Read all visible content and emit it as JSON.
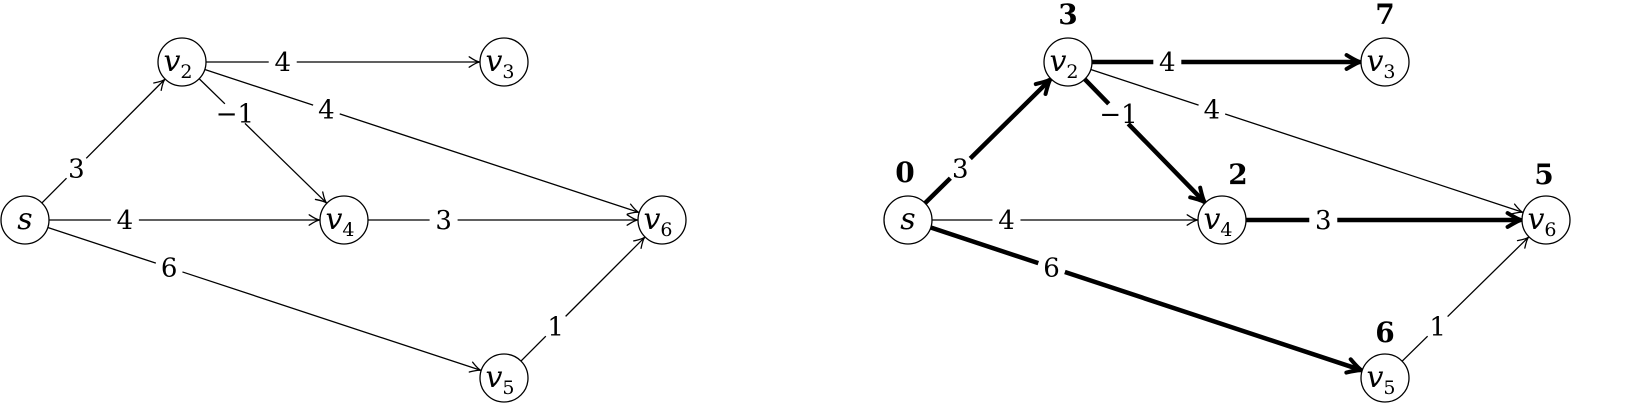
{
  "graphs": [
    {
      "id": "left",
      "nodes": [
        {
          "id": "s",
          "label": "s",
          "sub": ""
        },
        {
          "id": "v2",
          "label": "v",
          "sub": "2"
        },
        {
          "id": "v3",
          "label": "v",
          "sub": "3"
        },
        {
          "id": "v4",
          "label": "v",
          "sub": "4"
        },
        {
          "id": "v5",
          "label": "v",
          "sub": "5"
        },
        {
          "id": "v6",
          "label": "v",
          "sub": "6"
        }
      ],
      "edges": [
        {
          "from": "s",
          "to": "v2",
          "weight": "3",
          "bold": false
        },
        {
          "from": "v2",
          "to": "v3",
          "weight": "4",
          "bold": false
        },
        {
          "from": "v2",
          "to": "v4",
          "weight": "−1",
          "bold": false
        },
        {
          "from": "v2",
          "to": "v6",
          "weight": "4",
          "bold": false
        },
        {
          "from": "s",
          "to": "v4",
          "weight": "4",
          "bold": false
        },
        {
          "from": "v4",
          "to": "v6",
          "weight": "3",
          "bold": false
        },
        {
          "from": "s",
          "to": "v5",
          "weight": "6",
          "bold": false
        },
        {
          "from": "v5",
          "to": "v6",
          "weight": "1",
          "bold": false
        }
      ]
    },
    {
      "id": "right",
      "nodes": [
        {
          "id": "s",
          "label": "s",
          "sub": "",
          "dist": "0"
        },
        {
          "id": "v2",
          "label": "v",
          "sub": "2",
          "dist": "3"
        },
        {
          "id": "v3",
          "label": "v",
          "sub": "3",
          "dist": "7"
        },
        {
          "id": "v4",
          "label": "v",
          "sub": "4",
          "dist": "2"
        },
        {
          "id": "v5",
          "label": "v",
          "sub": "5",
          "dist": "6"
        },
        {
          "id": "v6",
          "label": "v",
          "sub": "6",
          "dist": "5"
        }
      ],
      "edges": [
        {
          "from": "s",
          "to": "v2",
          "weight": "3",
          "bold": true
        },
        {
          "from": "v2",
          "to": "v3",
          "weight": "4",
          "bold": true
        },
        {
          "from": "v2",
          "to": "v4",
          "weight": "−1",
          "bold": true
        },
        {
          "from": "v2",
          "to": "v6",
          "weight": "4",
          "bold": false
        },
        {
          "from": "s",
          "to": "v4",
          "weight": "4",
          "bold": false
        },
        {
          "from": "v4",
          "to": "v6",
          "weight": "3",
          "bold": true
        },
        {
          "from": "s",
          "to": "v5",
          "weight": "6",
          "bold": true
        },
        {
          "from": "v5",
          "to": "v6",
          "weight": "1",
          "bold": false
        }
      ]
    }
  ]
}
